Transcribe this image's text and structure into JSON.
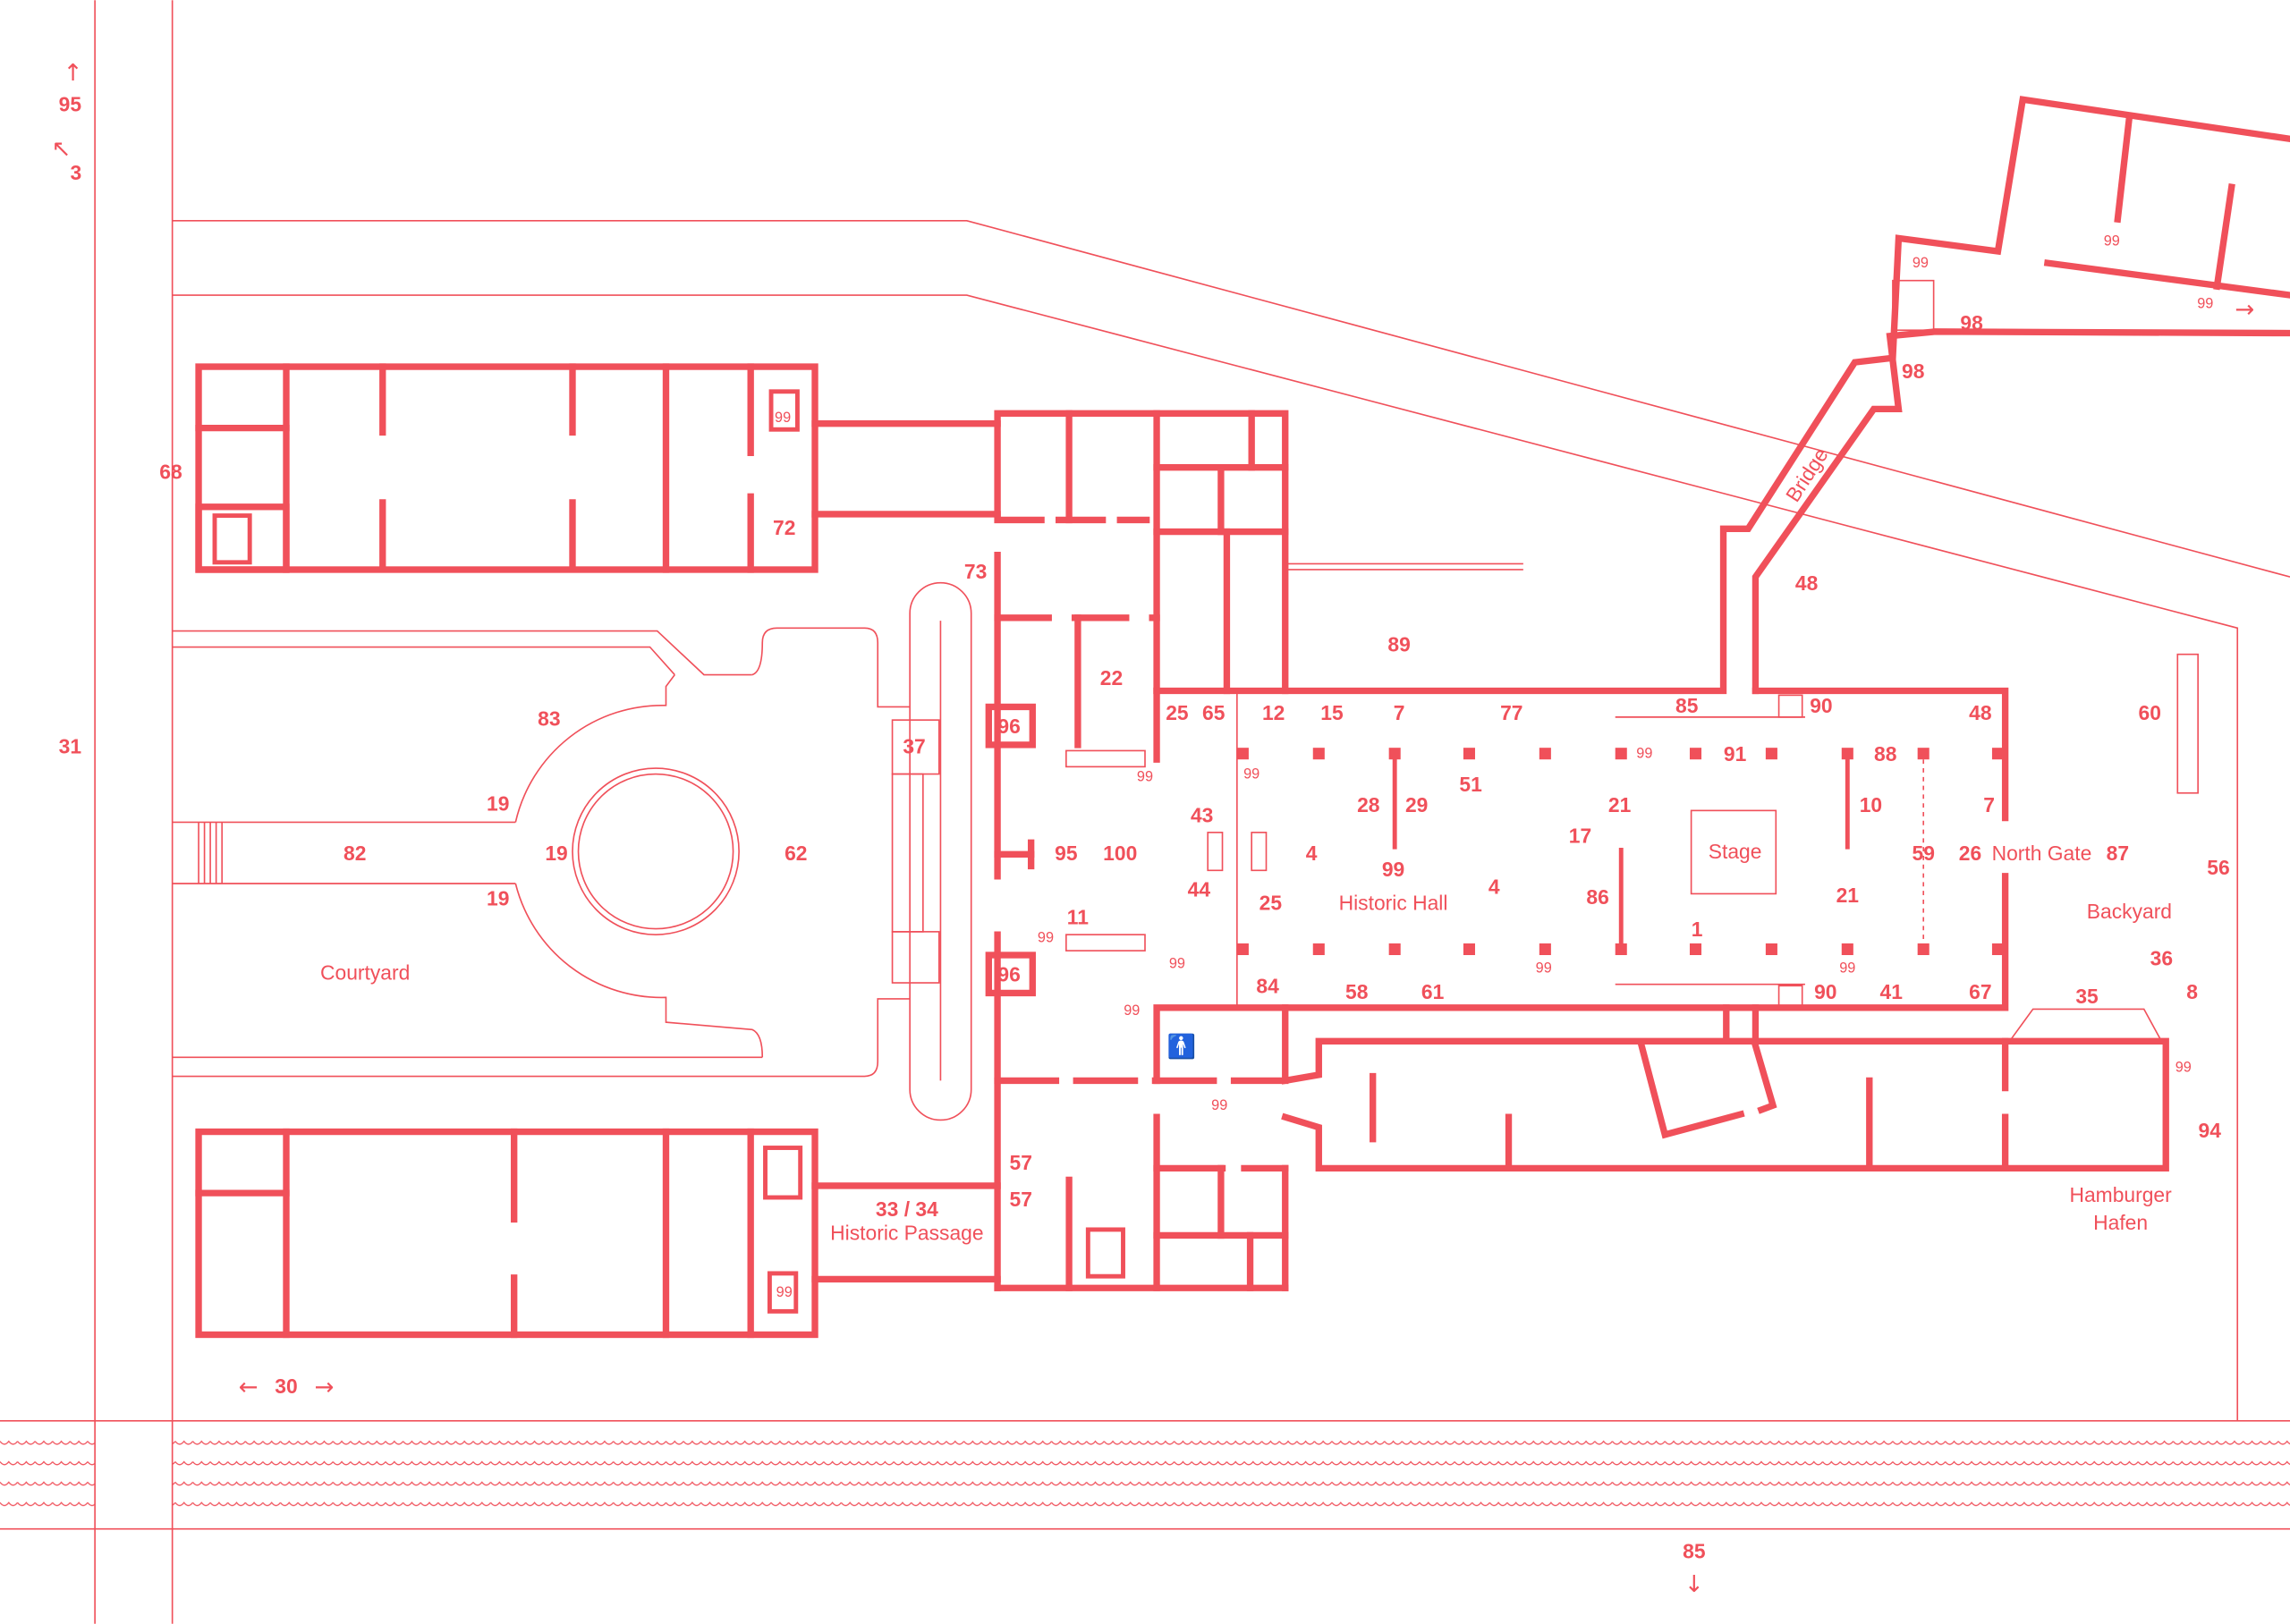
{
  "colors": {
    "ink": "#f0505a",
    "background": "#ffffff"
  },
  "room_numbers": [
    "95",
    "3",
    "31",
    "68",
    "72",
    "73",
    "22",
    "96",
    "96",
    "37",
    "83",
    "19",
    "19",
    "19",
    "82",
    "62",
    "95",
    "100",
    "11",
    "25",
    "65",
    "12",
    "15",
    "7",
    "77",
    "85",
    "90",
    "48",
    "89",
    "48",
    "91",
    "88",
    "43",
    "44",
    "28",
    "29",
    "51",
    "21",
    "17",
    "10",
    "7",
    "4",
    "99",
    "4",
    "25",
    "86",
    "1",
    "21",
    "59",
    "26",
    "87",
    "60",
    "56",
    "36",
    "8",
    "35",
    "94",
    "84",
    "58",
    "61",
    "90",
    "41",
    "67",
    "57",
    "57",
    "33 / 34",
    "30",
    "98",
    "98",
    "85"
  ],
  "small_markers": [
    "99",
    "99",
    "99",
    "99",
    "99",
    "99",
    "99",
    "99",
    "99",
    "99",
    "99",
    "99",
    "99",
    "99",
    "99"
  ],
  "places": {
    "courtyard": "Courtyard",
    "historic_hall": "Historic Hall",
    "north_gate": "North Gate",
    "backyard": "Backyard",
    "hamburger": "Hamburger",
    "hafen": "Hafen",
    "historic_passage": "Historic Passage",
    "stage": "Stage",
    "bridge": "Bridge"
  },
  "arrows": {
    "up": "↑",
    "up_left": "↖",
    "left": "←",
    "right": "→",
    "down": "↓",
    "right_small": "→"
  }
}
